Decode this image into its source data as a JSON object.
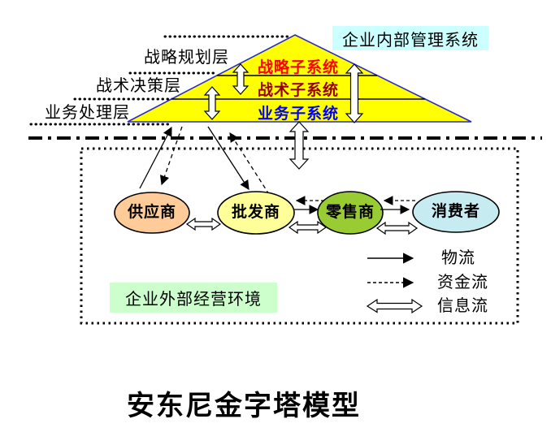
{
  "diagram": {
    "title": "安东尼金字塔模型",
    "internal_system": {
      "label": "企业内部管理系统",
      "bg": "#CCFFFF"
    },
    "external_env": {
      "label": "企业外部经营环境",
      "bg": "#CCFFCC"
    },
    "pyramid": {
      "fill": "#FFFF00",
      "border": "#2929CC",
      "layers": [
        {
          "label": "战略子系统",
          "color": "#FF0000"
        },
        {
          "label": "战术子系统",
          "color": "#990000"
        },
        {
          "label": "业务子系统",
          "color": "#0000FF"
        }
      ]
    },
    "left_labels": [
      {
        "label": "战略规划层"
      },
      {
        "label": "战术决策层"
      },
      {
        "label": "业务处理层"
      }
    ],
    "entities": [
      {
        "label": "供应商",
        "fill": "#FFCC99"
      },
      {
        "label": "批发商",
        "fill": "#FFFF99"
      },
      {
        "label": "零售商",
        "fill": "#99CC33"
      },
      {
        "label": "消费者",
        "fill": "#C6ECF2"
      }
    ],
    "legend": [
      {
        "label": "物流",
        "symbol": "solid-arrow"
      },
      {
        "label": "资金流",
        "symbol": "dashed-arrow"
      },
      {
        "label": "信息流",
        "symbol": "hollow-double-arrow"
      }
    ],
    "connections": [
      {
        "from": "供应商",
        "to": "企业内部管理系统",
        "type": "物流"
      },
      {
        "from": "企业内部管理系统",
        "to": "供应商",
        "type": "资金流"
      },
      {
        "from": "企业内部管理系统",
        "to": "批发商",
        "type": "物流"
      },
      {
        "from": "批发商",
        "to": "企业内部管理系统",
        "type": "资金流"
      },
      {
        "from": "企业内部管理系统",
        "to": "企业外部经营环境",
        "type": "信息流"
      },
      {
        "from": "供应商",
        "to": "批发商",
        "type": "信息流"
      },
      {
        "from": "批发商",
        "to": "零售商",
        "type": "物流"
      },
      {
        "from": "零售商",
        "to": "批发商",
        "type": "资金流"
      },
      {
        "from": "批发商",
        "to": "零售商",
        "type": "信息流"
      },
      {
        "from": "零售商",
        "to": "消费者",
        "type": "物流"
      },
      {
        "from": "消费者",
        "to": "零售商",
        "type": "资金流"
      },
      {
        "from": "零售商",
        "to": "消费者",
        "type": "信息流"
      }
    ]
  }
}
